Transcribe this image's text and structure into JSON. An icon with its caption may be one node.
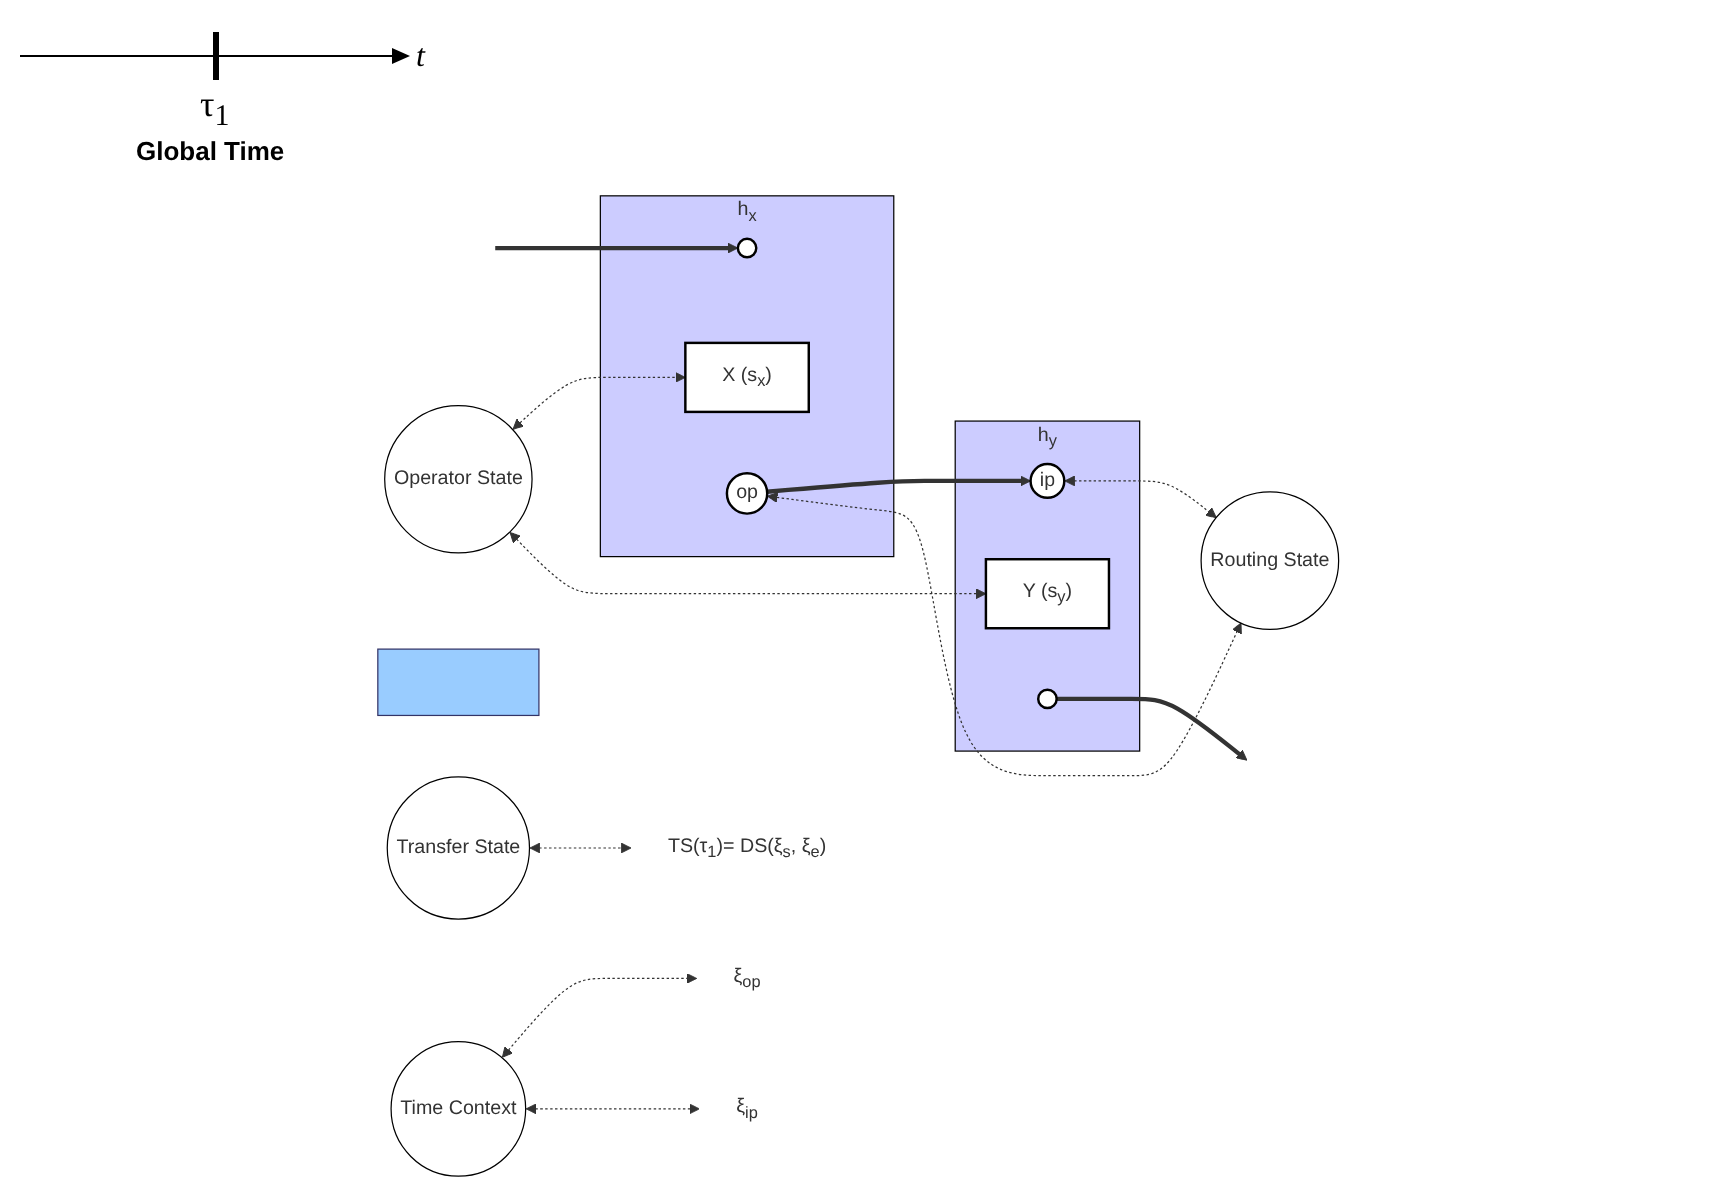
{
  "diagram": {
    "nodes": [
      {
        "text": [
          "Operator State"
        ]
      },
      {
        "text": [
          "Transfer State"
        ]
      },
      {
        "text": [
          "h$_{x}$"
        ]
      },
      {
        "text": [],
        "shape": "circle",
        "in": 2
      },
      {
        "text": [
          "X (s$_{x}$)"
        ],
        "in": 2
      },
      {
        "text": [
          "op"
        ],
        "in": 2
      },
      {
        "text": [
          "ξ$_{op}$"
        ]
      },
      {
        "text": [
          "TS(τ$_{1}$)= DS(ξ$_{s}$, ξ$_{e}$)"
        ]
      },
      {
        "text": [],
        "shape": "bar"
      },
      {
        "text": [
          "ξ$_{ip}$"
        ]
      },
      {
        "text": [
          "h$_{y}$"
        ]
      },
      {
        "text": [
          "ip"
        ],
        "in": 10
      },
      {
        "text": [
          "Y (s$_{y}$)"
        ],
        "in": 10
      },
      {
        "text": [],
        "shape": "circle",
        "in": 10
      },
      {
        "text": [
          "Time Context"
        ]
      },
      {
        "text": [
          "Routing State"
        ]
      }
    ],
    "edges": [
      {
        "from": null,
        "to": 3,
        "arrow": "to",
        "style": "thick"
      },
      {
        "from": 5,
        "to": 11,
        "arrow": "to",
        "style": "thick"
      },
      {
        "from": 13,
        "to": null,
        "arrow": "to",
        "style": "thick"
      },
      {
        "from": 0,
        "to": 4,
        "arrow": "both",
        "style": "dashed"
      },
      {
        "from": 0,
        "to": 12,
        "arrow": "both",
        "style": "dashed"
      },
      {
        "from": 1,
        "to": 7,
        "arrow": "both",
        "style": "dashed"
      },
      {
        "from": 14,
        "to": 6,
        "arrow": "both",
        "style": "dashed"
      },
      {
        "from": 14,
        "to": 9,
        "arrow": "both",
        "style": "dashed"
      },
      {
        "from": 5,
        "to": 15,
        "arrow": "both",
        "style": "dashed"
      },
      {
        "from": 11,
        "to": 15,
        "arrow": "both",
        "style": "dashed"
      }
    ],
    "labels": [
      "τ$_{1}$",
      "t",
      "Global Time"
    ]
  }
}
